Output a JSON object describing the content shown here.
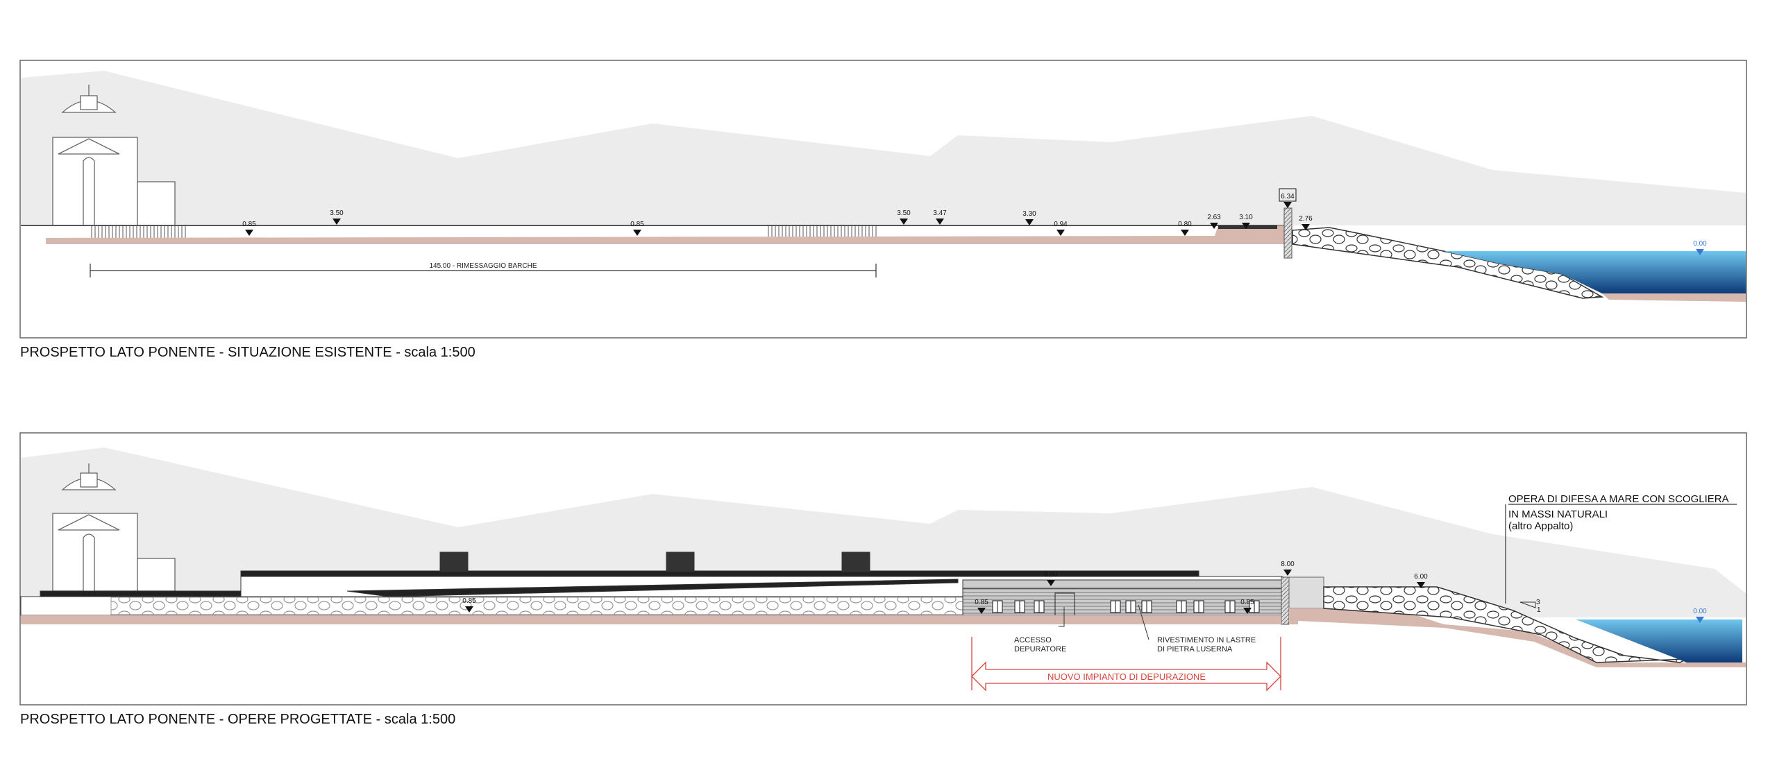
{
  "existing": {
    "title": "PROSPETTO LATO PONENTE - SITUAZIONE ESISTENTE - scala 1:500",
    "dimension_label": "145.00 - RIMESSAGGIO BARCHE",
    "elevations": [
      "0.85",
      "3.50",
      "0.85",
      "3.50",
      "3.47",
      "3.30",
      "0.94",
      "0.80",
      "2.63",
      "3.10",
      "6.34",
      "2.76",
      "0.00"
    ]
  },
  "project": {
    "title": "PROSPETTO LATO PONENTE - OPERE PROGETTATE - scala 1:500",
    "elevations": [
      "0.85",
      "6.50",
      "0.85",
      "0.85",
      "8.00",
      "6.00",
      "0.00"
    ],
    "note_access": [
      "ACCESSO",
      "DEPURATORE"
    ],
    "note_cladding": [
      "RIVESTIMENTO IN LASTRE",
      "DI PIETRA LUSERNA"
    ],
    "new_plant_label": "NUOVO IMPIANTO DI DEPURAZIONE",
    "seawall_note": [
      "OPERA DI DIFESA A MARE CON SCOGLIERA",
      "IN MASSI NATURALI",
      "(altro Appalto)"
    ],
    "slope_ratio": [
      "3",
      "1"
    ]
  },
  "colors": {
    "sky": "#ececec",
    "soil": "#d6b8ae",
    "water_top": "#6fc6ee",
    "water_bottom": "#0c3a78",
    "red": "#d9463e",
    "water_label": "#3a78d8"
  }
}
